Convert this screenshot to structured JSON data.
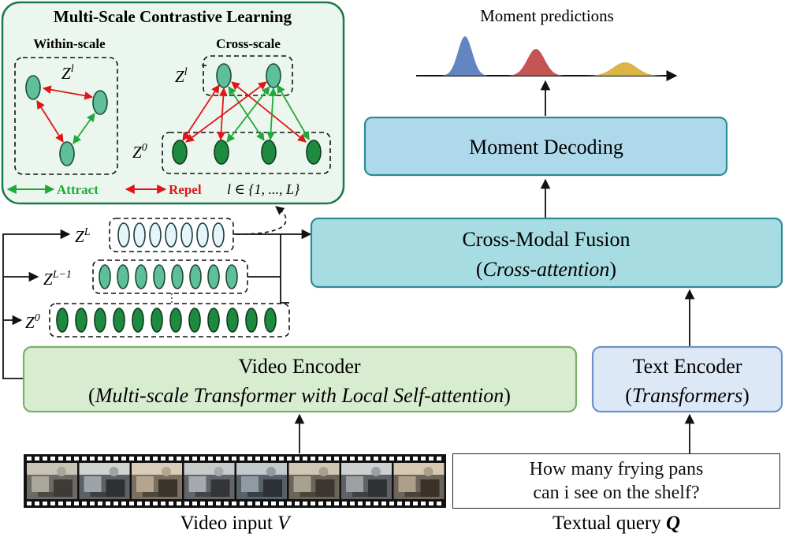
{
  "msc": {
    "title": "Multi-Scale Contrastive Learning",
    "within_label": "Within-scale",
    "cross_label": "Cross-scale",
    "zl": "Z",
    "zl_sup": "l",
    "z0": "Z",
    "z0_sup": "0",
    "attract": "Attract",
    "repel": "Repel",
    "l_range": "l ∈ {1, ..., L}"
  },
  "pyramid": {
    "zL": "Z",
    "zL_sup": "L",
    "zL1": "Z",
    "zL1_sup": "L−1",
    "z0": "Z",
    "z0_sup": "0"
  },
  "moment_predictions": "Moment predictions",
  "moment_decoding": "Moment Decoding",
  "fusion": {
    "line1": "Cross-Modal Fusion",
    "line2": "Cross-attention"
  },
  "video_encoder": {
    "line1": "Video Encoder",
    "line2": "Multi-scale Transformer with Local Self-attention"
  },
  "text_encoder": {
    "line1": "Text Encoder",
    "line2": "Transformers"
  },
  "video_input": {
    "label": "Video input ",
    "var": "V"
  },
  "query": {
    "line1": "How many frying pans",
    "line2": "can i see on the shelf?"
  },
  "textual_query": {
    "label": "Textual query ",
    "var": "Q"
  },
  "colors": {
    "green_border": "#1e7a4a",
    "green_bg": "#eaf6ee",
    "teal_box": "#a7dde2",
    "teal_border": "#2d8a97",
    "blue_box": "#aed9ea",
    "green_box": "#d8ecd0",
    "light_blue_box": "#dde8f7",
    "attract": "#22a83a",
    "repel": "#e01616",
    "dist_blue": "#5b7fbf",
    "dist_red": "#c24b4b",
    "dist_yellow": "#d9b23d"
  }
}
